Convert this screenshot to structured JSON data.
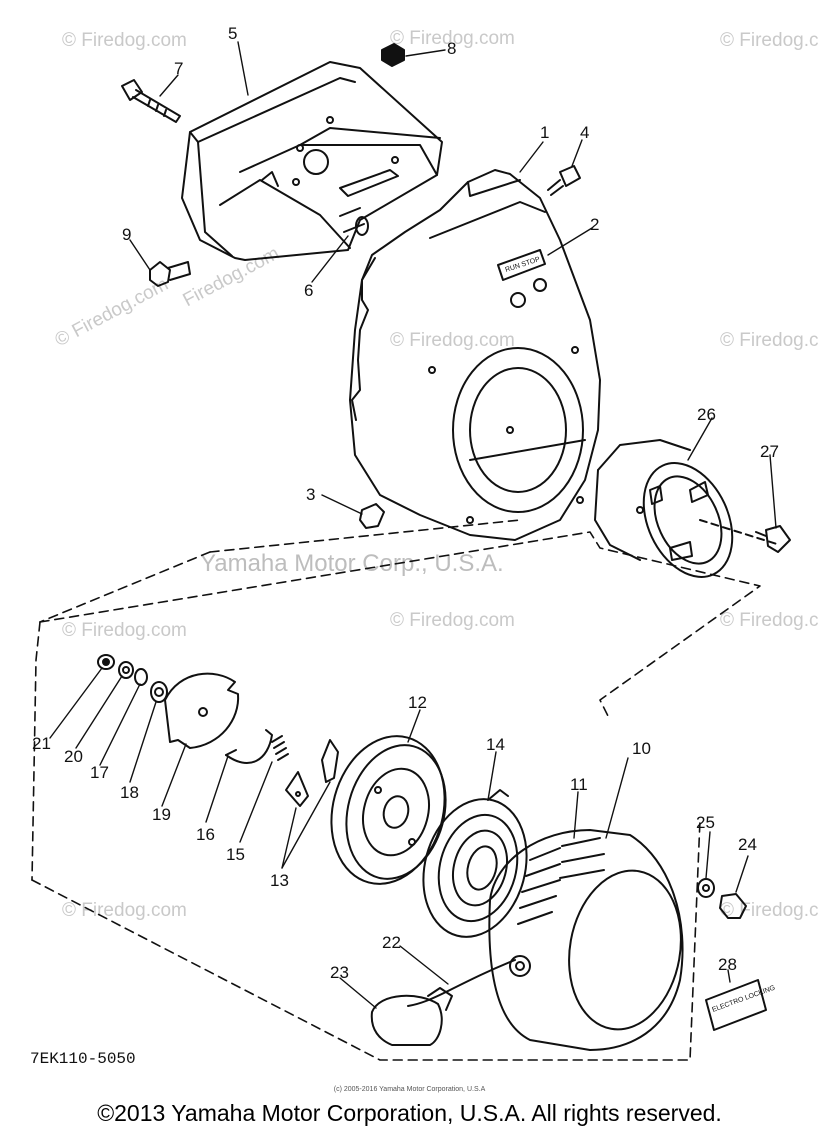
{
  "diagram": {
    "callouts": [
      "1",
      "2",
      "3",
      "4",
      "5",
      "6",
      "7",
      "8",
      "9",
      "10",
      "11",
      "12",
      "13",
      "14",
      "15",
      "16",
      "17",
      "18",
      "19",
      "20",
      "21",
      "22",
      "23",
      "24",
      "25",
      "26",
      "27",
      "28"
    ],
    "part_code": "7EK110-5050",
    "decal_2_text": "RUN STOP",
    "decal_28_text": "ELECTRO LOCKING"
  },
  "watermarks": {
    "firedog": "© Firedog.com",
    "firedog_alt": "Firedog.com",
    "yamaha_center": "Yamaha Motor Corp., U.S.A."
  },
  "footer": {
    "tiny_copyright": "(c) 2005-2016 Yamaha Motor Corporation, U.S.A",
    "copyright": "©2013 Yamaha Motor Corporation, U.S.A. All rights reserved."
  },
  "colors": {
    "line": "#111111",
    "watermark": "#c9c9c9",
    "background": "#ffffff"
  }
}
